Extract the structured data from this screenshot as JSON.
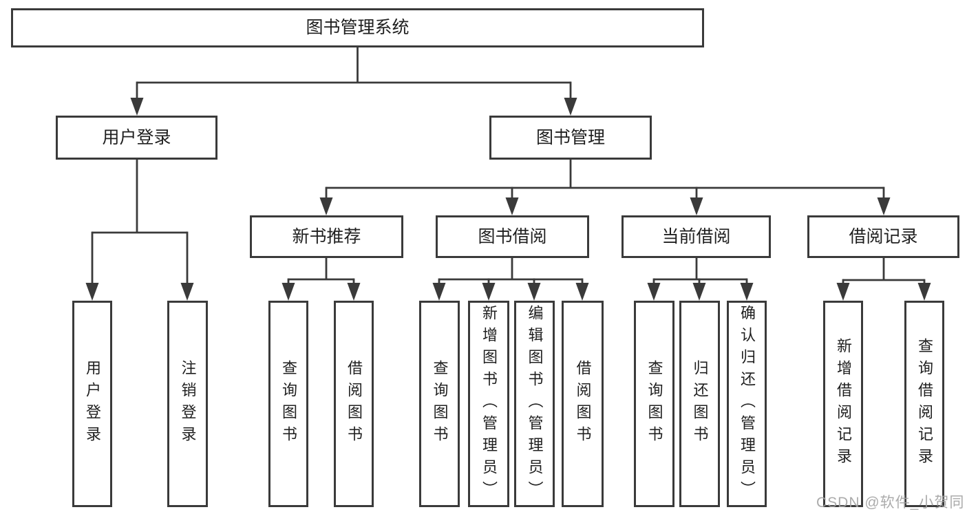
{
  "diagram": {
    "root": {
      "label": "图书管理系统"
    },
    "level2": [
      {
        "label": "用户登录"
      },
      {
        "label": "图书管理"
      }
    ],
    "level3": [
      {
        "label": "新书推荐"
      },
      {
        "label": "图书借阅"
      },
      {
        "label": "当前借阅"
      },
      {
        "label": "借阅记录"
      }
    ],
    "leaves": {
      "user_login": [
        {
          "label": "用户登录"
        },
        {
          "label": "注销登录"
        }
      ],
      "new_book": [
        {
          "label": "查询图书"
        },
        {
          "label": "借阅图书"
        }
      ],
      "book_borrow": [
        {
          "label": "查询图书"
        },
        {
          "label": "新增图书（管理员）"
        },
        {
          "label": "编辑图书（管理员）"
        },
        {
          "label": "借阅图书"
        }
      ],
      "current_borrow": [
        {
          "label": "查询图书"
        },
        {
          "label": "归还图书"
        },
        {
          "label": "确认归还（管理员）"
        }
      ],
      "borrow_record": [
        {
          "label": "新增借阅记录"
        },
        {
          "label": "查询借阅记录"
        }
      ]
    },
    "colors": {
      "line": "#3a3a3a",
      "text": "#1f1f1f",
      "watermark": "#a2a2a2"
    }
  },
  "watermark": {
    "text": "CSDN @软件_小贺同学"
  }
}
